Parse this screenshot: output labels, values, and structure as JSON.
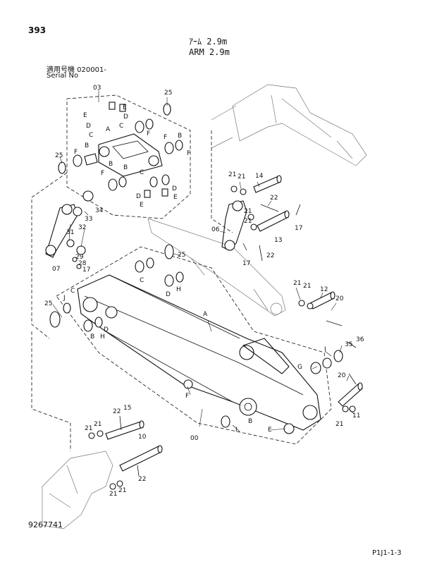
{
  "header": {
    "page_number": "393",
    "title_jp": "ｱｰﾑ 2.9m",
    "title_en": "ARM 2.9m",
    "serial_jp": "適用号機  020001-",
    "serial_en": "Serial No"
  },
  "footer": {
    "doc_number": "9267741",
    "page_code": "P1J1-1-3"
  },
  "callouts": [
    "03",
    "25",
    "E",
    "D",
    "C",
    "D",
    "E",
    "C",
    "A",
    "F",
    "F",
    "F",
    "B",
    "B",
    "F",
    "B",
    "F",
    "B",
    "C",
    "D",
    "E",
    "D",
    "E",
    "25",
    "33",
    "34",
    "31",
    "32",
    "29",
    "28",
    "17",
    "07",
    "25",
    "C",
    "H",
    "D",
    "25",
    "J",
    "C",
    "D",
    "B",
    "H",
    "21",
    "21",
    "14",
    "22",
    "06",
    "21",
    "21",
    "17",
    "13",
    "17",
    "22",
    "A",
    "21",
    "21",
    "12",
    "20",
    "I",
    "35",
    "36",
    "G",
    "20",
    "F",
    "B",
    "I",
    "E",
    "11",
    "21",
    "00",
    "22",
    "15",
    "21",
    "21",
    "10",
    "22",
    "21",
    "21"
  ],
  "colors": {
    "ink": "#111111",
    "ghost": "#777777",
    "background": "#ffffff"
  }
}
